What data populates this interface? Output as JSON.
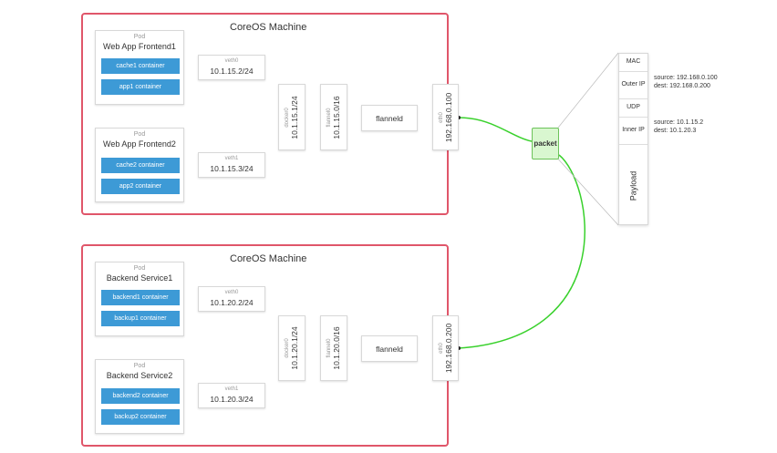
{
  "colors": {
    "machine_border": "#e0566a",
    "container_fill": "#3d9ad6",
    "link_green": "#39d12c",
    "packet_fill": "#d9f7d0"
  },
  "machines": [
    {
      "title": "CoreOS Machine",
      "pods": [
        {
          "label": "Pod",
          "name": "Web App Frontend1",
          "containers": [
            "cache1 container",
            "app1 container"
          ]
        },
        {
          "label": "Pod",
          "name": "Web App Frontend2",
          "containers": [
            "cache2 container",
            "app2 container"
          ]
        }
      ],
      "veths": [
        {
          "label": "veth0",
          "ip": "10.1.15.2/24"
        },
        {
          "label": "veth1",
          "ip": "10.1.15.3/24"
        }
      ],
      "docker0": {
        "label": "docker0",
        "ip": "10.1.15.1/24"
      },
      "flannel0": {
        "label": "flannel0",
        "ip": "10.1.15.0/16"
      },
      "flanneld": "flanneld",
      "eth0": {
        "label": "eth0",
        "ip": "192.168.0.100"
      }
    },
    {
      "title": "CoreOS Machine",
      "pods": [
        {
          "label": "Pod",
          "name": "Backend Service1",
          "containers": [
            "backend1 container",
            "backup1 container"
          ]
        },
        {
          "label": "Pod",
          "name": "Backend Service2",
          "containers": [
            "backend2 container",
            "backup2 container"
          ]
        }
      ],
      "veths": [
        {
          "label": "veth0",
          "ip": "10.1.20.2/24"
        },
        {
          "label": "veth1",
          "ip": "10.1.20.3/24"
        }
      ],
      "docker0": {
        "label": "docker0",
        "ip": "10.1.20.1/24"
      },
      "flannel0": {
        "label": "flannel0",
        "ip": "10.1.20.0/16"
      },
      "flanneld": "flanneld",
      "eth0": {
        "label": "eth0",
        "ip": "192.168.0.200"
      }
    }
  ],
  "packet": "packet",
  "packet_headers": {
    "mac": "MAC",
    "outer_ip": "Outer IP",
    "udp": "UDP",
    "inner_ip": "Inner IP",
    "payload": "Payload",
    "outer_info": {
      "source": "source: 192.168.0.100",
      "dest": "dest: 192.168.0.200"
    },
    "inner_info": {
      "source": "source: 10.1.15.2",
      "dest": "dest: 10.1.20.3"
    }
  }
}
